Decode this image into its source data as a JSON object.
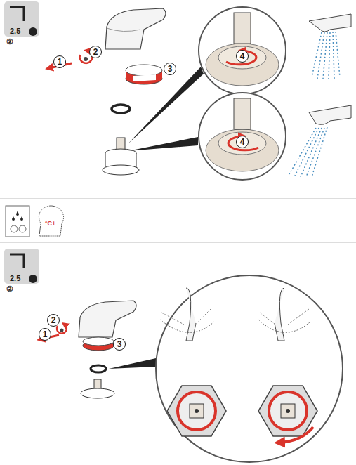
{
  "diagram": {
    "labels": [
      "2.5",
      "②",
      "1",
      "2",
      "3",
      "4",
      "4",
      "°C+",
      "2.5",
      "②",
      "1",
      "2",
      "3"
    ]
  }
}
